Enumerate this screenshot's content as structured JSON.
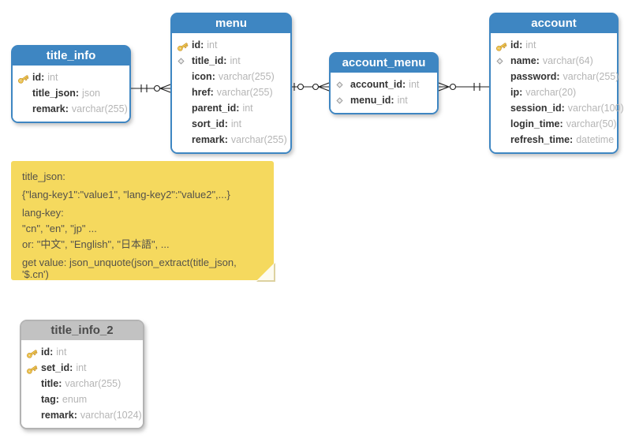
{
  "ui": {
    "colon": ":"
  },
  "tables": {
    "title_info": {
      "title": "title_info",
      "columns": [
        {
          "icon": "key-icon",
          "name": "id",
          "type": "int"
        },
        {
          "icon": "none",
          "name": "title_json",
          "type": "json"
        },
        {
          "icon": "none",
          "name": "remark",
          "type": "varchar(255)"
        }
      ]
    },
    "menu": {
      "title": "menu",
      "columns": [
        {
          "icon": "key-icon",
          "name": "id",
          "type": "int"
        },
        {
          "icon": "diamond-icon",
          "name": "title_id",
          "type": "int"
        },
        {
          "icon": "none",
          "name": "icon",
          "type": "varchar(255)"
        },
        {
          "icon": "none",
          "name": "href",
          "type": "varchar(255)"
        },
        {
          "icon": "none",
          "name": "parent_id",
          "type": "int"
        },
        {
          "icon": "none",
          "name": "sort_id",
          "type": "int"
        },
        {
          "icon": "none",
          "name": "remark",
          "type": "varchar(255)"
        }
      ]
    },
    "account_menu": {
      "title": "account_menu",
      "columns": [
        {
          "icon": "diamond-icon",
          "name": "account_id",
          "type": "int"
        },
        {
          "icon": "diamond-icon",
          "name": "menu_id",
          "type": "int"
        }
      ]
    },
    "account": {
      "title": "account",
      "columns": [
        {
          "icon": "key-icon",
          "name": "id",
          "type": "int"
        },
        {
          "icon": "diamond-icon",
          "name": "name",
          "type": "varchar(64)"
        },
        {
          "icon": "none",
          "name": "password",
          "type": "varchar(255)"
        },
        {
          "icon": "none",
          "name": "ip",
          "type": "varchar(20)"
        },
        {
          "icon": "none",
          "name": "session_id",
          "type": "varchar(100)"
        },
        {
          "icon": "none",
          "name": "login_time",
          "type": "varchar(50)"
        },
        {
          "icon": "none",
          "name": "refresh_time",
          "type": "datetime"
        }
      ]
    },
    "title_info_2": {
      "title": "title_info_2",
      "columns": [
        {
          "icon": "key-icon",
          "name": "id",
          "type": "int"
        },
        {
          "icon": "key-icon",
          "name": "set_id",
          "type": "int"
        },
        {
          "icon": "none",
          "name": "title",
          "type": "varchar(255)"
        },
        {
          "icon": "none",
          "name": "tag",
          "type": "enum"
        },
        {
          "icon": "none",
          "name": "remark",
          "type": "varchar(1024)"
        }
      ]
    }
  },
  "note": {
    "lines": [
      "title_json:",
      "{\"lang-key1\":\"value1\", \"lang-key2\":\"value2\",...}",
      "lang-key:",
      "\"cn\", \"en\", \"jp\" ...",
      "or: \"中文\", \"English\", \"日本語\", ...",
      "get value: json_unquote(json_extract(title_json, '$.cn')"
    ]
  },
  "connectors": [
    {
      "name": "title_info-to-menu",
      "from_marker": "one-and-only-one",
      "to_marker": "zero-or-many"
    },
    {
      "name": "menu-to-account_menu",
      "from_marker": "zero-or-one",
      "to_marker": "zero-or-many"
    },
    {
      "name": "account_menu-to-account",
      "from_marker": "zero-or-many",
      "to_marker": "one-and-only-one"
    }
  ],
  "colors": {
    "table_header_blue": "#3e86c2",
    "table_header_gray": "#c2c2c2",
    "note_yellow": "#f5d95e",
    "key_gold": "#fcd95c",
    "column_name": "#333333",
    "column_type": "#b5b5b5"
  }
}
